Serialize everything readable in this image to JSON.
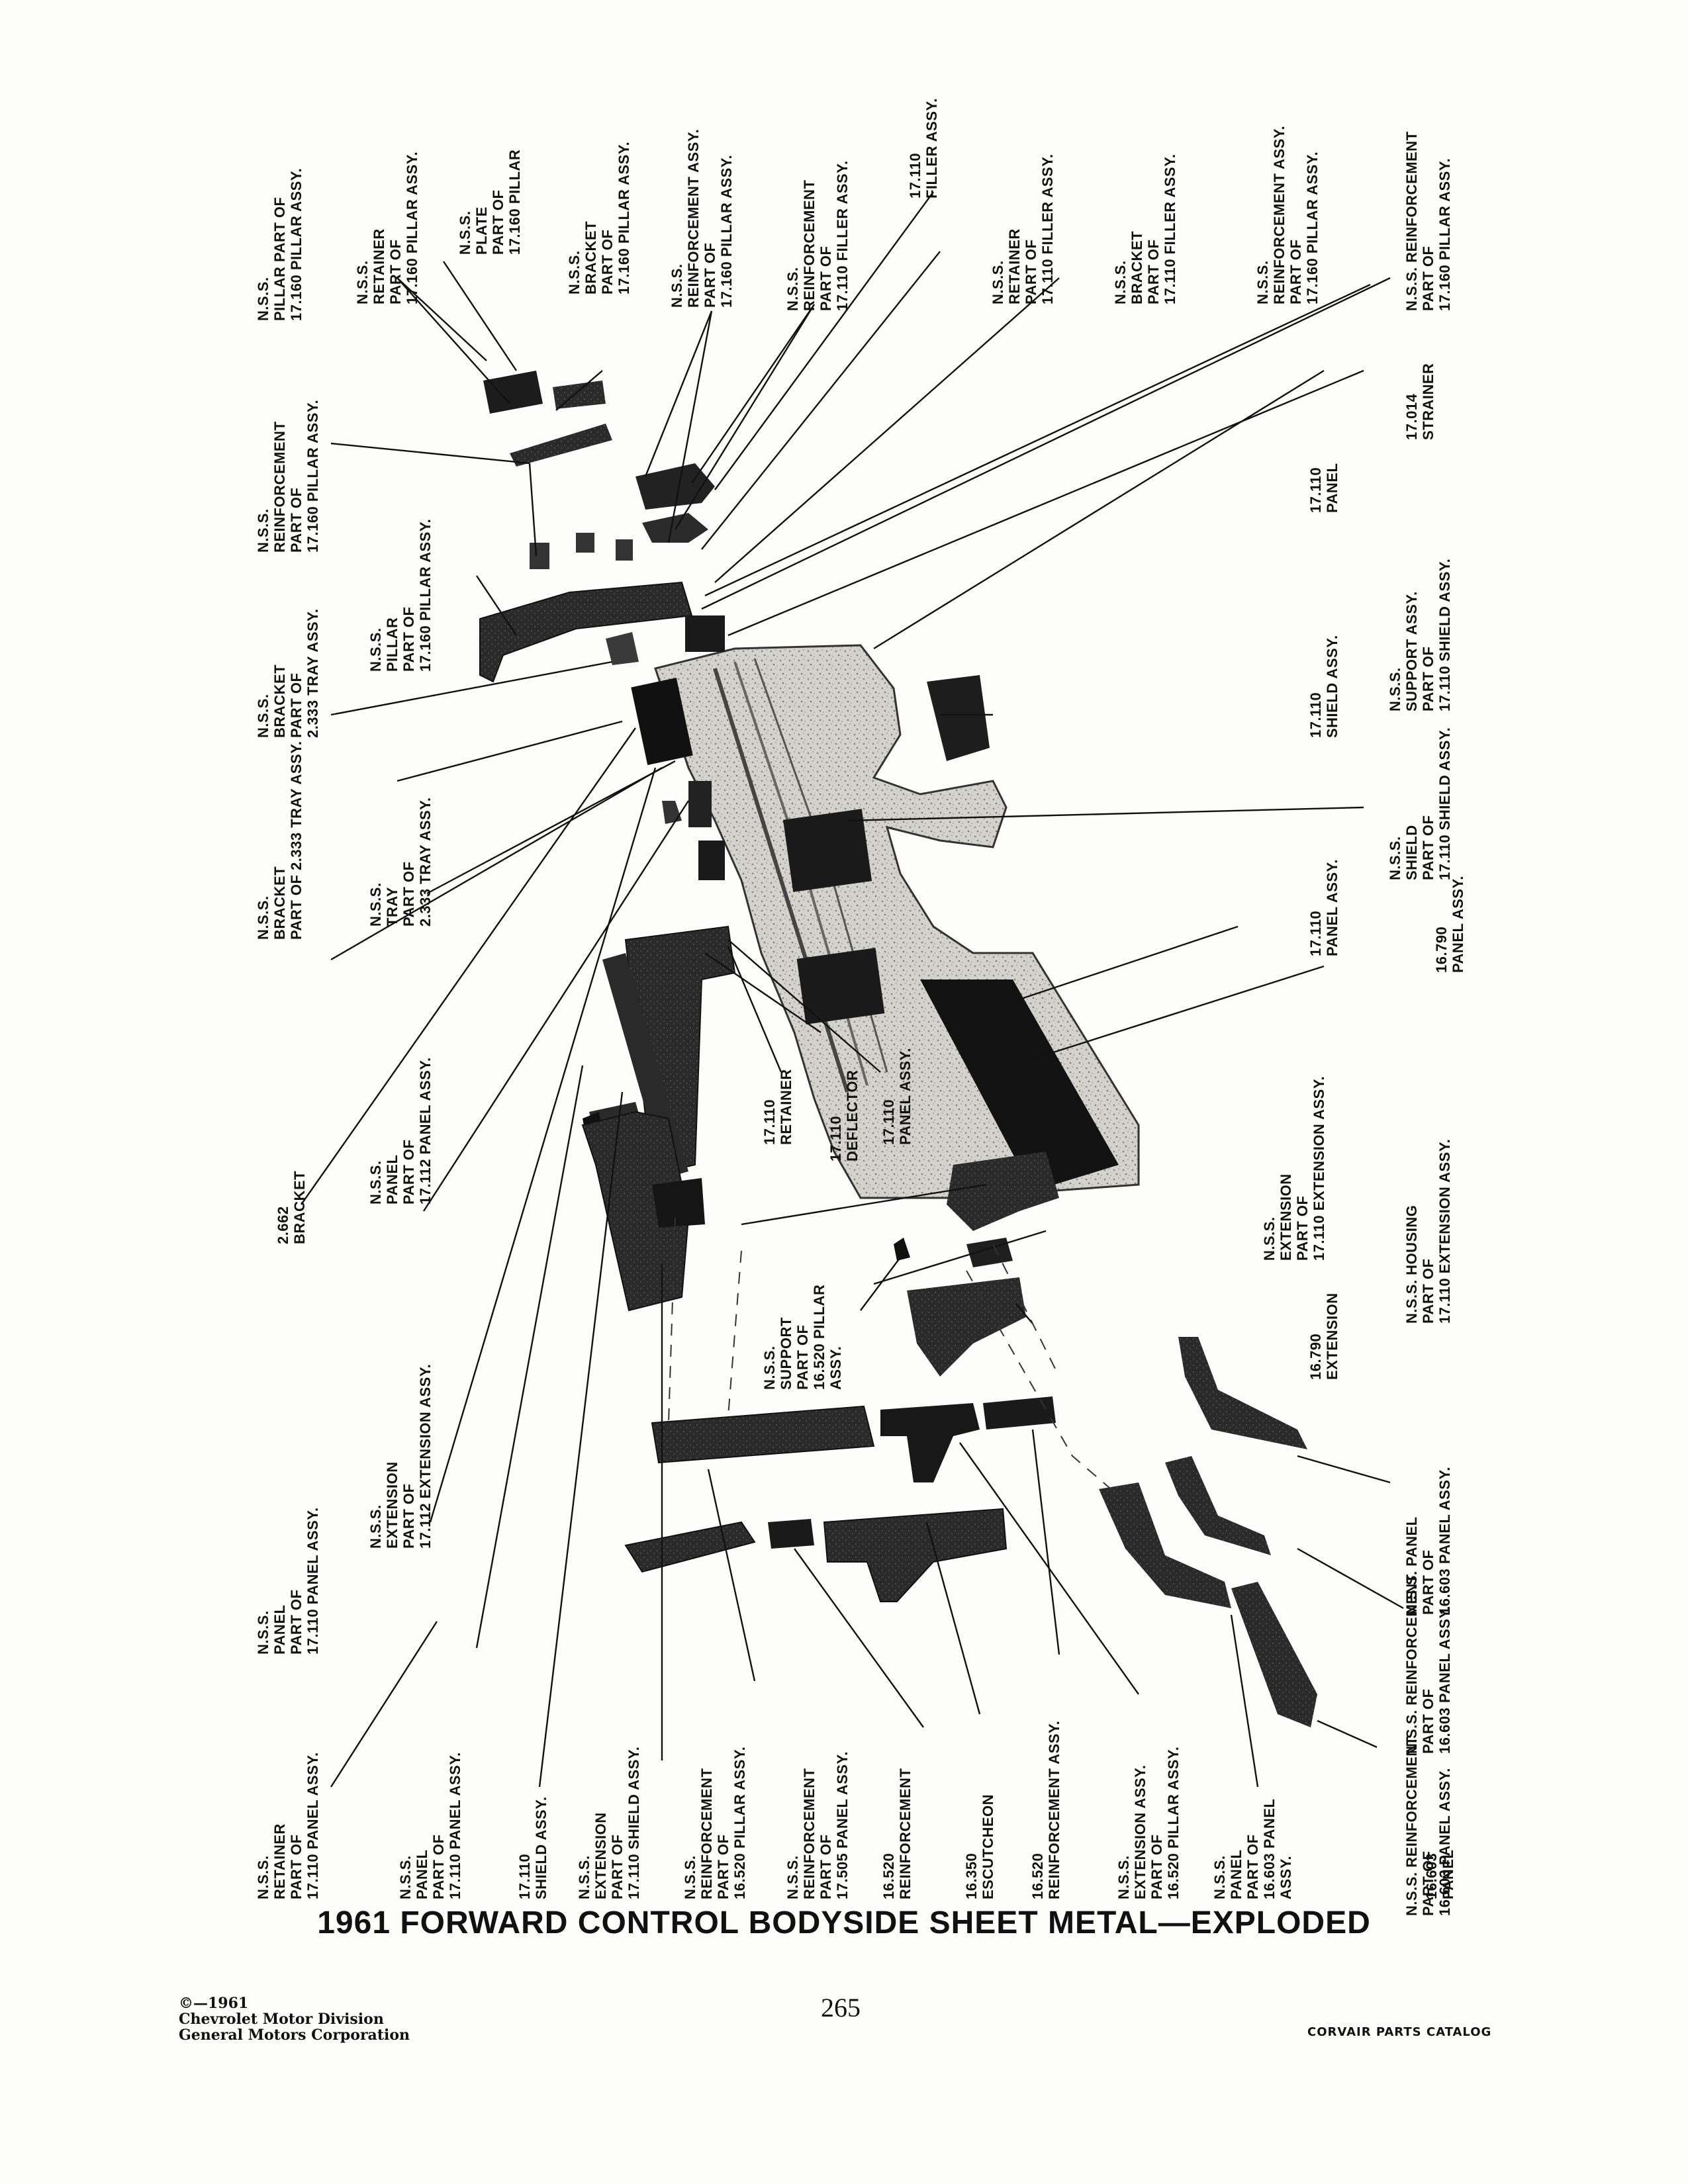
{
  "page": {
    "title": "1961 FORWARD CONTROL BODYSIDE SHEET METAL—EXPLODED",
    "page_number": "265",
    "footer_left": [
      "©—1961",
      "Chevrolet Motor Division",
      "General Motors Corporation"
    ],
    "footer_right": "CORVAIR PARTS CATALOG"
  },
  "callouts": [
    {
      "id": "c01",
      "text": "N.S.S.\nPILLAR PART OF\n17.160 PILLAR ASSY."
    },
    {
      "id": "c02",
      "text": "N.S.S.\nRETAINER\nPART OF\n17.160 PILLAR ASSY."
    },
    {
      "id": "c03",
      "text": "N.S.S.\nPLATE\nPART OF\n17.160 PILLAR"
    },
    {
      "id": "c04",
      "text": "N.S.S.\nBRACKET\nPART OF\n17.160 PILLAR ASSY."
    },
    {
      "id": "c05",
      "text": "N.S.S.\nREINFORCEMENT ASSY.\nPART OF\n17.160 PILLAR ASSY."
    },
    {
      "id": "c06",
      "text": "N.S.S.\nREINFORCEMENT\nPART OF\n17.110 FILLER ASSY."
    },
    {
      "id": "c07",
      "text": "17.110\nFILLER ASSY."
    },
    {
      "id": "c08",
      "text": "N.S.S.\nRETAINER\nPART OF\n17.110 FILLER ASSY."
    },
    {
      "id": "c09",
      "text": "N.S.S.\nBRACKET\nPART OF\n17.110 FILLER ASSY."
    },
    {
      "id": "c10",
      "text": "N.S.S.\nREINFORCEMENT ASSY.\nPART OF\n17.160 PILLAR ASSY."
    },
    {
      "id": "c11",
      "text": "N.S.S. REINFORCEMENT\nPART OF\n17.160 PILLAR ASSY."
    },
    {
      "id": "c12",
      "text": "N.S.S.\nREINFORCEMENT\nPART OF\n17.160 PILLAR ASSY."
    },
    {
      "id": "c13",
      "text": "17.110\nPANEL"
    },
    {
      "id": "c14",
      "text": "17.014\nSTRAINER"
    },
    {
      "id": "c15",
      "text": "N.S.S.\nBRACKET\nPART OF\n2.333 TRAY ASSY."
    },
    {
      "id": "c16",
      "text": "N.S.S.\nPILLAR\nPART OF\n17.160 PILLAR ASSY."
    },
    {
      "id": "c17",
      "text": "17.110\nSHIELD ASSY."
    },
    {
      "id": "c18",
      "text": "N.S.S.\nSUPPORT ASSY.\nPART OF\n17.110 SHIELD ASSY."
    },
    {
      "id": "c19",
      "text": "N.S.S.\nBRACKET\nPART OF 2.333 TRAY ASSY."
    },
    {
      "id": "c20",
      "text": "N.S.S.\nTRAY\nPART OF\n2.333 TRAY ASSY."
    },
    {
      "id": "c21",
      "text": "N.S.S.\nSHIELD\nPART OF\n17.110 SHIELD ASSY."
    },
    {
      "id": "c22",
      "text": "17.110\nPANEL ASSY."
    },
    {
      "id": "c23",
      "text": "16.790\nPANEL ASSY."
    },
    {
      "id": "c24",
      "text": "2.662\nBRACKET"
    },
    {
      "id": "c25",
      "text": "N.S.S.\nPANEL\nPART OF\n17.112 PANEL ASSY."
    },
    {
      "id": "c26",
      "text": "17.110\nRETAINER"
    },
    {
      "id": "c27",
      "text": "17.110\nDEFLECTOR"
    },
    {
      "id": "c28",
      "text": "17.110\nPANEL ASSY."
    },
    {
      "id": "c29",
      "text": "N.S.S.\nEXTENSION\nPART OF\n17.110 EXTENSION ASSY."
    },
    {
      "id": "c30",
      "text": "N.S.S. HOUSING\nPART OF\n17.110 EXTENSION ASSY."
    },
    {
      "id": "c31",
      "text": "N.S.S.\nEXTENSION\nPART OF\n17.112 EXTENSION ASSY."
    },
    {
      "id": "c32",
      "text": "N.S.S.\nSUPPORT\nPART OF\n16.520 PILLAR\nASSY."
    },
    {
      "id": "c33",
      "text": "16.790\nEXTENSION"
    },
    {
      "id": "c34",
      "text": "N.S.S.\nPANEL\nPART OF\n17.110 PANEL ASSY."
    },
    {
      "id": "c35",
      "text": "N.S.S. PANEL\nPART OF\n16.603 PANEL ASSY."
    },
    {
      "id": "c36",
      "text": "N.S.S. REINFORCEMENT\nPART OF\n16.603 PANEL ASSY."
    },
    {
      "id": "c37",
      "text": "N.S.S. REINFORCEMENT\nPART OF\n16.603 PANEL ASSY."
    },
    {
      "id": "c38",
      "text": "N.S.S.\nRETAINER\nPART OF\n17.110 PANEL ASSY."
    },
    {
      "id": "c39",
      "text": "N.S.S.\nPANEL\nPART OF\n17.110 PANEL ASSY."
    },
    {
      "id": "c40",
      "text": "17.110\nSHIELD ASSY."
    },
    {
      "id": "c41",
      "text": "N.S.S.\nEXTENSION\nPART OF\n17.110 SHIELD ASSY."
    },
    {
      "id": "c42",
      "text": "N.S.S.\nREINFORCEMENT\nPART OF\n16.520 PILLAR ASSY."
    },
    {
      "id": "c43",
      "text": "N.S.S.\nREINFORCEMENT\nPART OF\n17.505 PANEL ASSY."
    },
    {
      "id": "c44",
      "text": "16.520\nREINFORCEMENT"
    },
    {
      "id": "c45",
      "text": "16.350\nESCUTCHEON"
    },
    {
      "id": "c46",
      "text": "16.520\nREINFORCEMENT ASSY."
    },
    {
      "id": "c47",
      "text": "N.S.S.\nEXTENSION ASSY.\nPART OF\n16.520 PILLAR ASSY."
    },
    {
      "id": "c48",
      "text": "N.S.S.\nPANEL\nPART OF\n16.603 PANEL\nASSY."
    },
    {
      "id": "c49",
      "text": "16.603\nPANEL"
    }
  ]
}
